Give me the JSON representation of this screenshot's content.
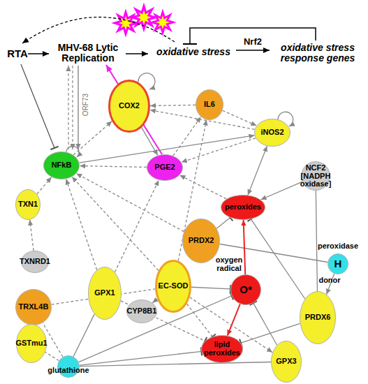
{
  "diagram": {
    "nodes": [
      {
        "text": [
          "COX2"
        ]
      },
      {
        "text": [
          "IL6"
        ]
      },
      {
        "text": [
          "iNOS2"
        ]
      },
      {
        "text": [
          "NFkB"
        ]
      },
      {
        "text": [
          "PGE2"
        ]
      },
      {
        "text": [
          "NCF2 [NADPH oxidase]"
        ]
      },
      {
        "text": [
          "TXN1"
        ]
      },
      {
        "text": [
          "peroxides"
        ]
      },
      {
        "text": [
          "PRDX2"
        ]
      },
      {
        "text": [
          "TXNRD1"
        ]
      },
      {
        "text": [
          "peroxidase",
          "H",
          "donor"
        ]
      },
      {
        "text": [
          "EC-SOD"
        ]
      },
      {
        "text": [
          "oxygen radical",
          "O*"
        ]
      },
      {
        "text": [
          "CYP8B1"
        ]
      },
      {
        "text": [
          "GPX1"
        ]
      },
      {
        "text": [
          "TRXL4B"
        ]
      },
      {
        "text": [
          "PRDX6"
        ]
      },
      {
        "text": [
          "lipid peroxides"
        ]
      },
      {
        "text": [
          "GSTmu1"
        ]
      },
      {
        "text": [
          "GPX3"
        ]
      },
      {
        "text": [
          "glutathione"
        ]
      }
    ],
    "edges": [
      {
        "from": 0,
        "to": 4,
        "arrow": "to"
      },
      {
        "from": 1,
        "to": 0,
        "arrow": "to"
      },
      {
        "from": 1,
        "to": 2,
        "arrow": "to"
      },
      {
        "from": 2,
        "to": 0,
        "arrow": "to"
      },
      {
        "from": 3,
        "to": 0,
        "arrow": "to"
      },
      {
        "from": 3,
        "to": 2,
        "arrow": "to"
      },
      {
        "from": 4,
        "to": 3,
        "arrow": "to"
      },
      {
        "from": 4,
        "to": 1,
        "arrow": "to"
      },
      {
        "from": 2,
        "to": 7,
        "arrow": "both"
      },
      {
        "from": 7,
        "to": 4,
        "arrow": "to"
      },
      {
        "from": 2,
        "to": 4,
        "arrow": "to"
      },
      {
        "from": 8,
        "to": 3,
        "arrow": "to"
      },
      {
        "from": 5,
        "to": 7,
        "arrow": "to"
      },
      {
        "from": 6,
        "to": 3,
        "arrow": "to"
      },
      {
        "from": 9,
        "to": 6,
        "arrow": "to"
      },
      {
        "from": 8,
        "to": 7,
        "arrow": "to"
      },
      {
        "from": 10,
        "to": 8,
        "arrow": "none"
      },
      {
        "from": 10,
        "to": 16,
        "arrow": "to"
      },
      {
        "from": 12,
        "to": 7,
        "arrow": "to"
      },
      {
        "from": 12,
        "to": 17,
        "arrow": "to"
      },
      {
        "from": 11,
        "to": 12,
        "arrow": "to"
      },
      {
        "from": 11,
        "to": 3,
        "arrow": "to"
      },
      {
        "from": 11,
        "to": 13,
        "arrow": "to"
      },
      {
        "from": 11,
        "to": 1,
        "arrow": "to"
      },
      {
        "from": 11,
        "to": 17,
        "arrow": "to"
      },
      {
        "from": 11,
        "to": 19,
        "arrow": "to"
      },
      {
        "from": 14,
        "to": 3,
        "arrow": "to"
      },
      {
        "from": 14,
        "to": 4,
        "arrow": "to"
      },
      {
        "from": 14,
        "to": 17,
        "arrow": "to"
      },
      {
        "from": 20,
        "to": 12,
        "arrow": "to"
      },
      {
        "from": 20,
        "to": 17,
        "arrow": "to"
      },
      {
        "from": 20,
        "to": 14,
        "arrow": "none"
      },
      {
        "from": 20,
        "to": 15,
        "arrow": "none"
      },
      {
        "from": 20,
        "to": 18,
        "arrow": "none"
      },
      {
        "from": 20,
        "to": 19,
        "arrow": "none"
      },
      {
        "from": 16,
        "to": 7,
        "arrow": "to"
      },
      {
        "from": 16,
        "to": 17,
        "arrow": "to"
      },
      {
        "from": 16,
        "to": 5,
        "arrow": "none"
      },
      {
        "from": 19,
        "to": 12,
        "arrow": "to"
      },
      {
        "from": 15,
        "to": 11,
        "arrow": "none"
      }
    ],
    "labels": [
      "RTA",
      "MHV-68 Lytic Replication",
      "oxidative stress",
      "Nrf2",
      "oxidative stress response genes",
      "ORF73"
    ]
  }
}
